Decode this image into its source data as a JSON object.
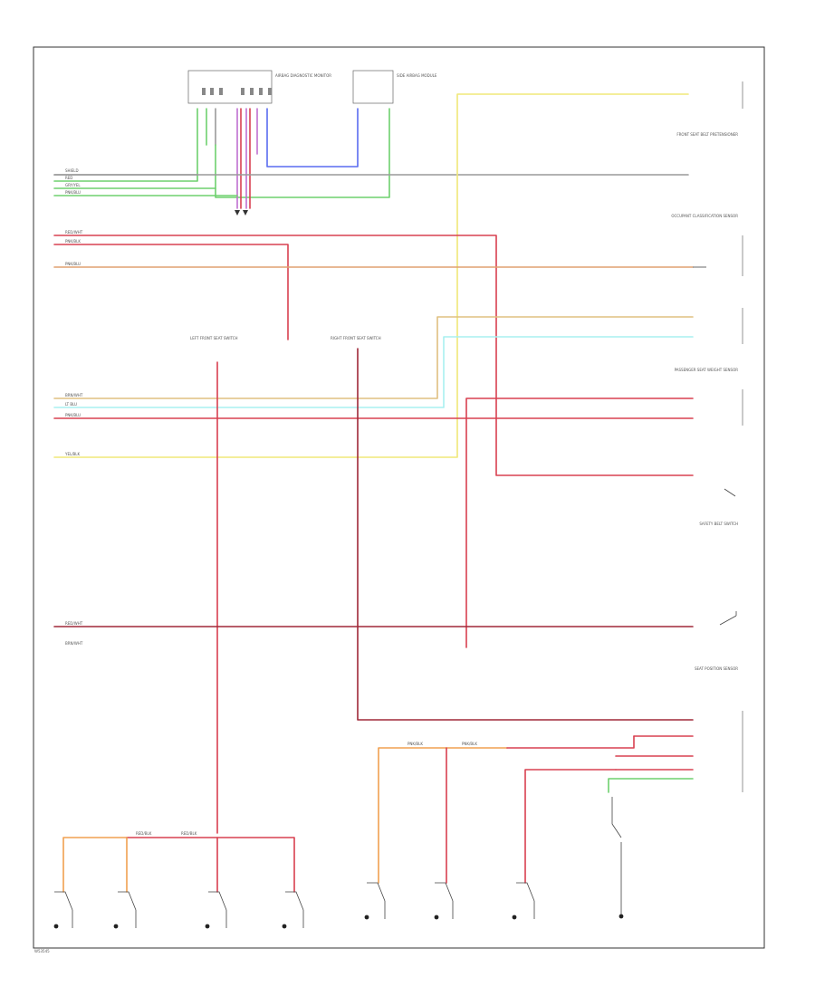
{
  "diagram_id": "W53545",
  "colors": {
    "violet": "#c06fd0",
    "red": "#d84050",
    "green": "#6ed06e",
    "blue": "#5a6cf0",
    "yellow": "#f0e878",
    "orange": "#f0a050",
    "cyan": "#a8f0f0",
    "redblack": "#a02838",
    "gray": "#9a9a9a",
    "tan": "#e0c080"
  },
  "wire_labels": {
    "top_left_stack": [
      "SHIELD",
      "RED",
      "GRY/YEL",
      "PNK/BLU"
    ],
    "red_trunk": [
      "RED/WHT",
      "PNK/BLK",
      "PNK/BLU"
    ],
    "mid_stack": [
      "BRN/WHT",
      "LT BLU",
      "PNK/BLU"
    ],
    "yellow_left": "YEL/BLK",
    "bottom_stack": [
      "RED/WHT",
      "BRN/WHT"
    ],
    "seat": [
      "RED/BLK",
      "RED/BLK",
      "PNK/BLK",
      "PNK/BLK"
    ]
  },
  "components": {
    "c1": "AIRBAG DIAGNOSTIC MONITOR",
    "c2": "SIDE AIRBAG MODULE",
    "c3": "FRONT SEAT BELT PRETENSIONER",
    "c4": "OCCUPANT CLASSIFICATION SENSOR",
    "c5": "PASSENGER SEAT WEIGHT SENSOR",
    "c6": "SAFETY BELT SWITCH",
    "c7": "SEAT POSITION SENSOR",
    "c8": "LEFT FRONT SEAT SWITCH",
    "c9": "RIGHT FRONT SEAT SWITCH"
  }
}
